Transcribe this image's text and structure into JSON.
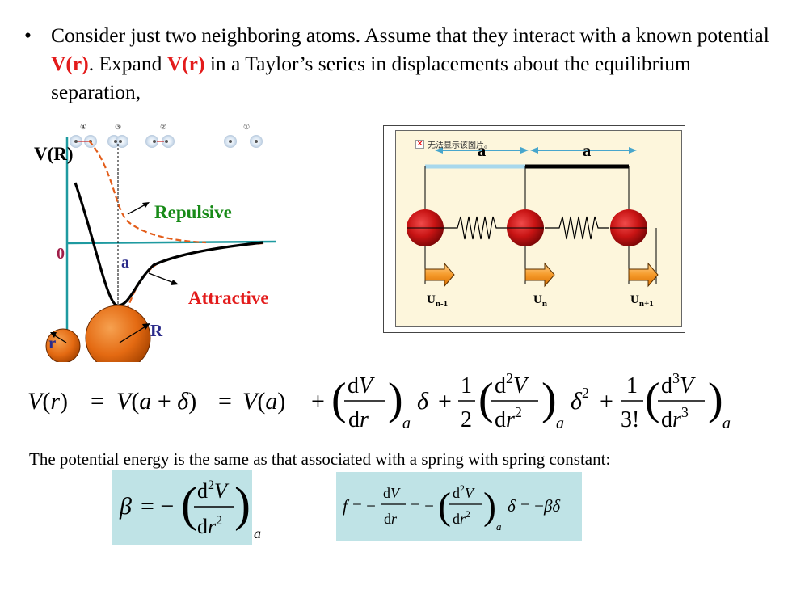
{
  "intro": {
    "bullet": "•",
    "before1": "Consider just two neighboring atoms. Assume that they interact with a known potential ",
    "V1": "V(r)",
    "before2": ". Expand ",
    "V2": "V(r)",
    "after": " in a Taylor’s series in displacements about the equilibrium separation,"
  },
  "potential_diagram": {
    "ylabel": "V(R)",
    "zero_label": "0",
    "a_label": "a",
    "repulsive_label": "Repulsive",
    "attractive_label": "Attractive",
    "r_small_label": "r",
    "r_big_label": "R",
    "circled_numbers": [
      "④",
      "③",
      "②",
      "①"
    ]
  },
  "chain_figure": {
    "broken_image_text": "无法显示该图片。",
    "spacing_label_1": "a",
    "spacing_label_2": "a",
    "u_labels": [
      {
        "base": "U",
        "sub": "n-1"
      },
      {
        "base": "U",
        "sub": "n"
      },
      {
        "base": "U",
        "sub": "n+1"
      }
    ]
  },
  "taylor_equation": "V(r) = V(a+δ) = V(a) + (dV/dr)_a δ + 1/2 (d²V/dr²)_a δ² + 1/3! (d³V/dr³)_a δ³ + ⋯",
  "potential_energy_text": "The potential energy is the same as that associated with a spring with spring constant:",
  "beta_equation": "β = −(d²V/dr²)_a",
  "force_equation": "f = −dV/dr = −(d²V/dr²)_a δ = −βδ",
  "colors": {
    "red": "#e31b1b",
    "green": "#178a17",
    "navy": "#2b2b8a",
    "teal_axis": "#1e9aa0",
    "orange_dash": "#e35d1a",
    "equation_box": "#bfe3e6",
    "atom_orange": "#e46a12",
    "atom_red": "#c81414"
  }
}
